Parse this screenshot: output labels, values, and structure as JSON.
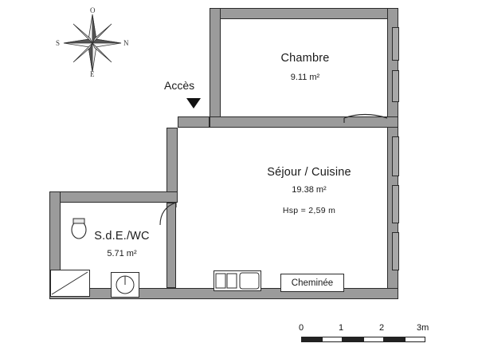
{
  "plan": {
    "rooms": [
      {
        "name": "Chambre",
        "area": "9.11 m²"
      },
      {
        "name": "Séjour / Cuisine",
        "area": "19.38 m²",
        "hsp": "Hsp =  2,59 m"
      },
      {
        "name": "S.d.E./WC",
        "area": "5.71 m²"
      }
    ],
    "annotations": {
      "access": "Accès",
      "fireplace": "Cheminée"
    },
    "compass": {
      "north": "N",
      "south": "S",
      "east": "O",
      "west": "E",
      "letters": [
        "O",
        "S",
        "N",
        "E"
      ]
    },
    "scale": {
      "ticks": [
        "0",
        "1",
        "2",
        "3m"
      ]
    },
    "colors": {
      "wall": "#9b9b9b",
      "outline": "#2b2b2b",
      "text": "#1a1a1a"
    }
  }
}
